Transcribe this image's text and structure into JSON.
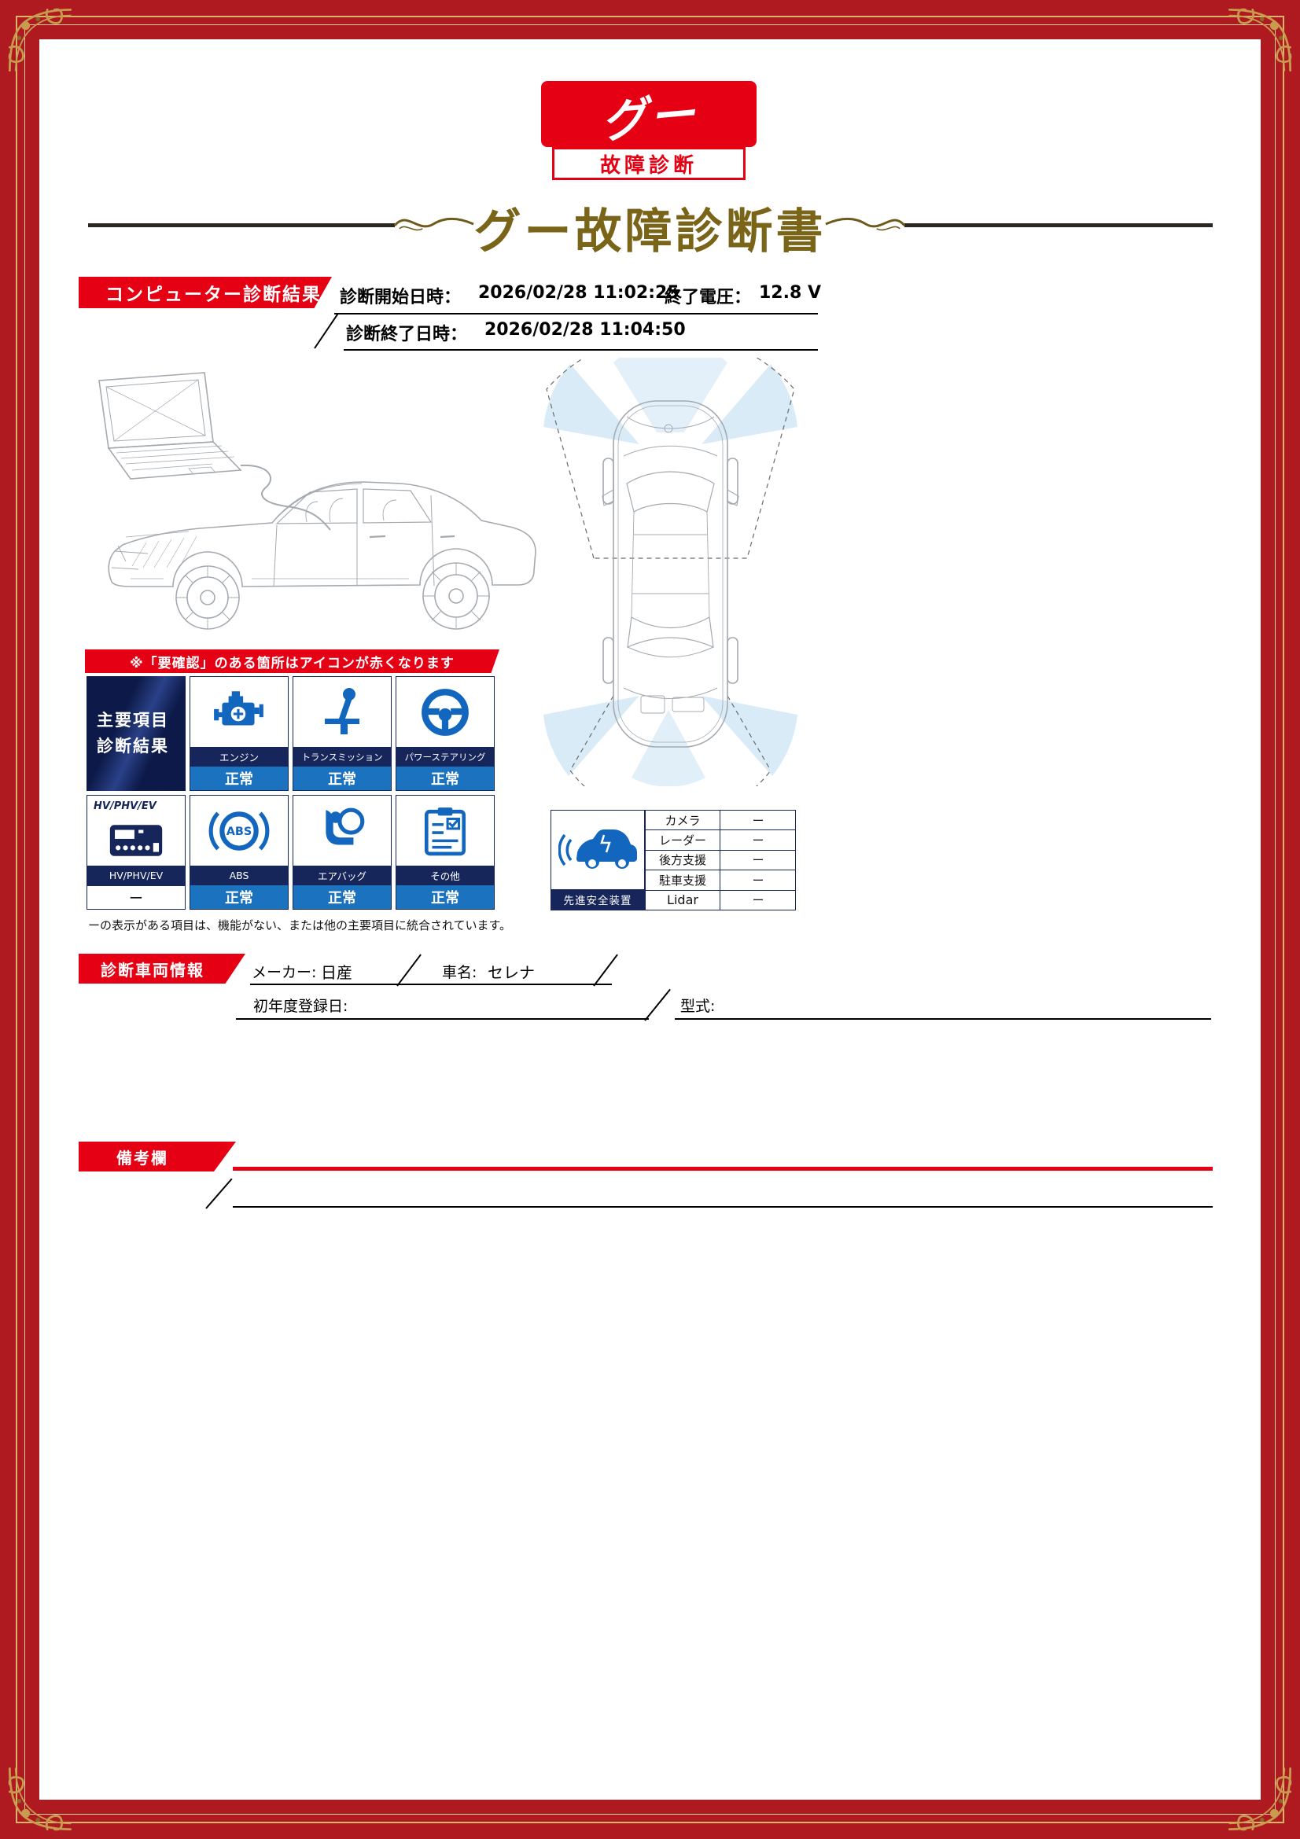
{
  "colors": {
    "accent_red": "#E60013",
    "frame_red": "#AE1A20",
    "navy": "#16265B",
    "icon_blue": "#1266BE",
    "value_blue": "#1B72BE",
    "title_gold": "#7A6418"
  },
  "logo": {
    "top": "グー",
    "bottom": "故障診断"
  },
  "title": "グー故障診断書",
  "computer": {
    "section_title": "コンピューター診断結果",
    "start_label": "診断開始日時：",
    "start_value": "2026/02/28 11:02:25",
    "voltage_label": "終了電圧：",
    "voltage_value": "12.8 V",
    "end_label": "診断終了日時：",
    "end_value": "2026/02/28 11:04:50"
  },
  "notice": "※「要確認」のある箇所はアイコンが赤くなります",
  "grid": {
    "header_line1": "主要項目",
    "header_line2": "診断結果",
    "footnote": "ーの表示がある項目は、機能がない、または他の主要項目に統合されています。"
  },
  "tiles": {
    "engine": {
      "label": "エンジン",
      "value": "正常",
      "icon": "engine-icon"
    },
    "transmission": {
      "label": "トランスミッション",
      "value": "正常",
      "icon": "transmission-icon"
    },
    "steering": {
      "label": "パワーステアリング",
      "value": "正常",
      "icon": "steering-wheel-icon"
    },
    "hv": {
      "brand": "HV/PHV/EV",
      "label": "HV/PHV/EV",
      "value": "ー",
      "icon": "hv-battery-icon"
    },
    "abs": {
      "label": "ABS",
      "value": "正常",
      "abs_text": "ABS",
      "icon": "abs-icon"
    },
    "airbag": {
      "label": "エアバッグ",
      "value": "正常",
      "icon": "airbag-icon"
    },
    "other": {
      "label": "その他",
      "value": "正常",
      "icon": "clipboard-check-icon"
    }
  },
  "safety": {
    "label": "先進安全装置",
    "rows": [
      {
        "name": "カメラ",
        "value": "ー"
      },
      {
        "name": "レーダー",
        "value": "ー"
      },
      {
        "name": "後方支援",
        "value": "ー"
      },
      {
        "name": "駐車支援",
        "value": "ー"
      },
      {
        "name": "Lidar",
        "value": "ー"
      }
    ]
  },
  "vehicle": {
    "section_title": "診断車両情報",
    "maker_label": "メーカー:",
    "maker_value": "日産",
    "name_label": "車名:",
    "name_value": "セレナ",
    "reg_label": "初年度登録日:",
    "reg_value": "",
    "model_label": "型式:",
    "model_value": ""
  },
  "remarks": {
    "section_title": "備考欄"
  }
}
